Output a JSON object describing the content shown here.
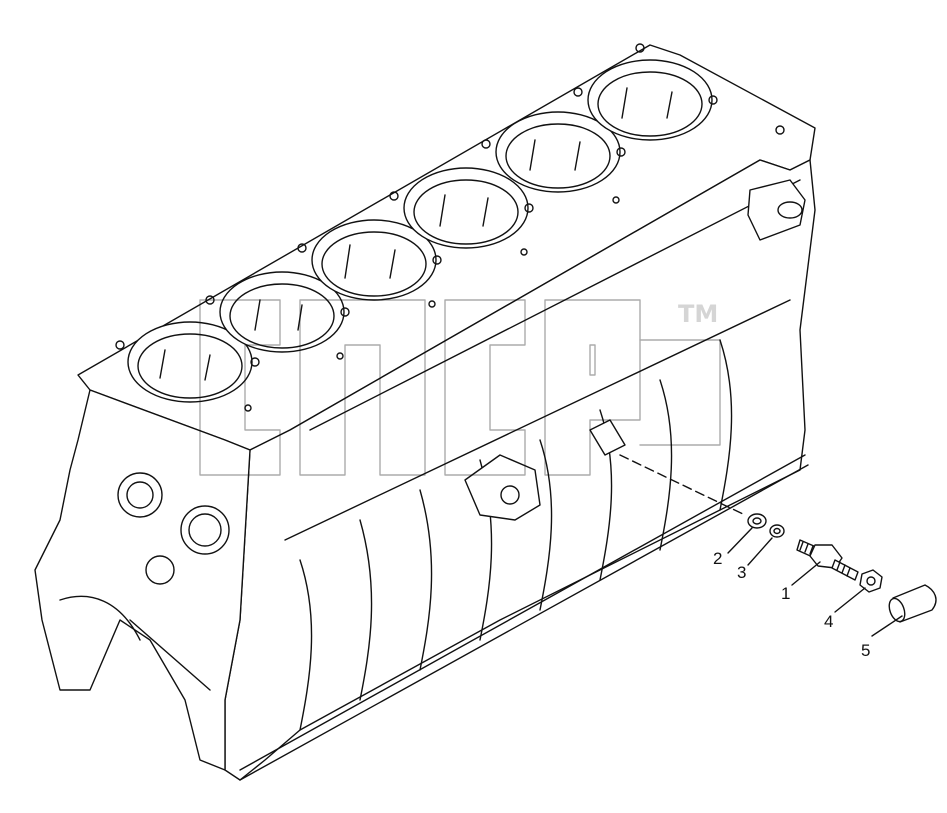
{
  "drawing": {
    "watermark_tm": "TM",
    "callouts": [
      {
        "id": "1",
        "label": "1"
      },
      {
        "id": "2",
        "label": "2"
      },
      {
        "id": "3",
        "label": "3"
      },
      {
        "id": "4",
        "label": "4"
      },
      {
        "id": "5",
        "label": "5"
      }
    ]
  }
}
